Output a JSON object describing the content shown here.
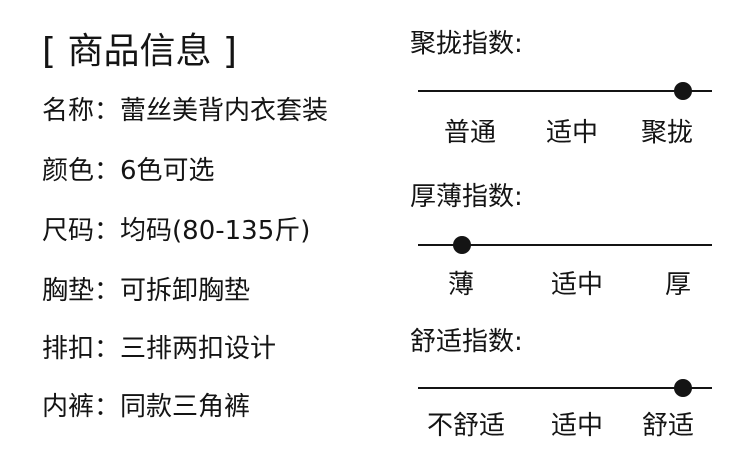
{
  "title": "[ 商品信息 ]",
  "info": [
    {
      "label": "名称：",
      "value": "蕾丝美背内衣套装"
    },
    {
      "label": "颜色：",
      "value": "6色可选"
    },
    {
      "label": "尺码：",
      "value": "均码(80-135斤)"
    },
    {
      "label": "胸垫：",
      "value": "可拆卸胸垫"
    },
    {
      "label": "排扣：",
      "value": "三排两扣设计"
    },
    {
      "label": "内裤：",
      "value": "同款三角裤"
    }
  ],
  "ratings": [
    {
      "title": "聚拢指数:",
      "levels": [
        "普通",
        "适中",
        "聚拢"
      ],
      "value": 0.9
    },
    {
      "title": "厚薄指数:",
      "levels": [
        "薄",
        "适中",
        "厚"
      ],
      "value": 0.15
    },
    {
      "title": "舒适指数:",
      "levels": [
        "不舒适",
        "适中",
        "舒适"
      ],
      "value": 0.9
    }
  ]
}
